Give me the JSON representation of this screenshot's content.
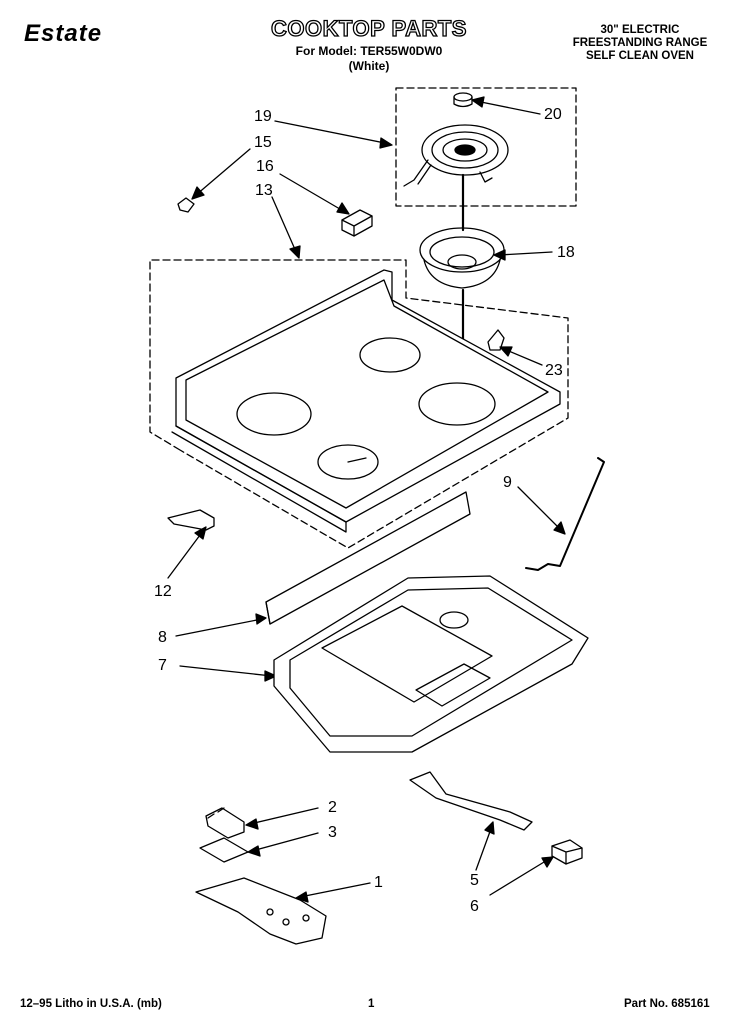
{
  "header": {
    "brand": "Estate",
    "title": "COOKTOP PARTS",
    "model_line": "For Model: TER55W0DW0",
    "color_line": "(White)",
    "description": [
      "30\" ELECTRIC",
      "FREESTANDING RANGE",
      "SELF CLEAN OVEN"
    ]
  },
  "callouts": [
    "19",
    "20",
    "15",
    "16",
    "13",
    "18",
    "23",
    "9",
    "12",
    "8",
    "7",
    "2",
    "3",
    "1",
    "5",
    "6"
  ],
  "footer": {
    "litho": "12–95 Litho in U.S.A. (mb)",
    "page_number": "1",
    "part_number": "Part No. 685161"
  }
}
